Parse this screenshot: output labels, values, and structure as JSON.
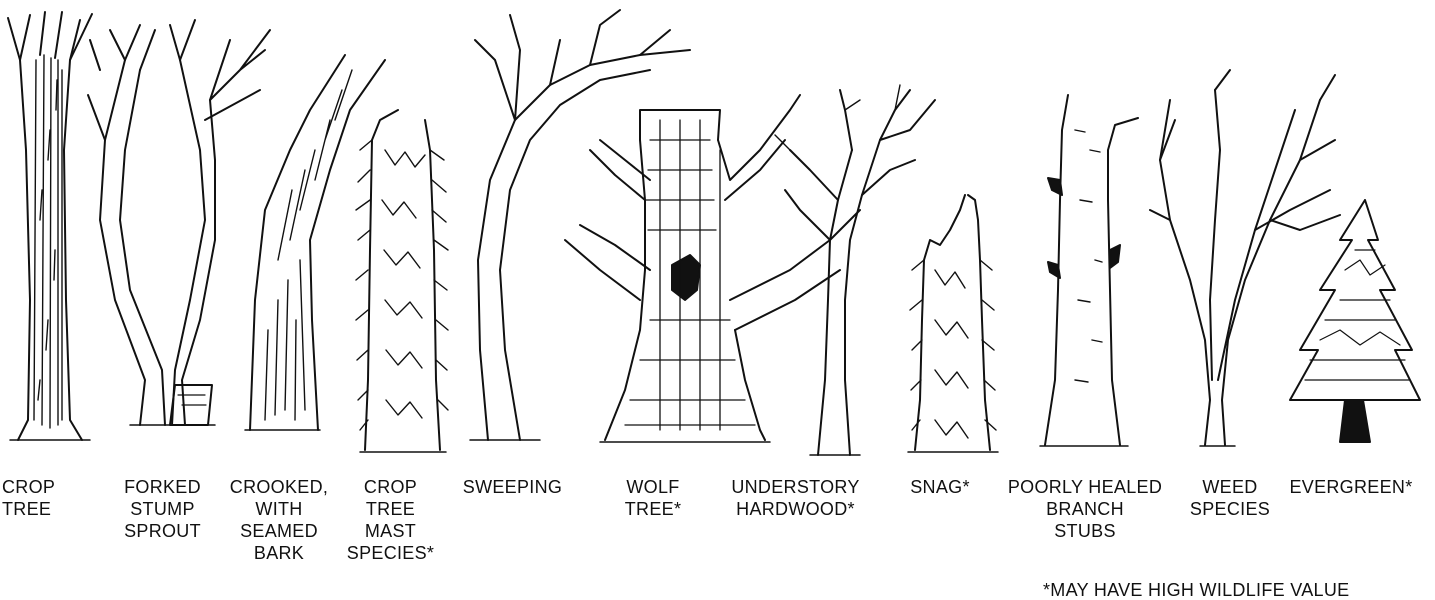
{
  "figure": {
    "trees": [
      {
        "id": "crop-tree",
        "label": [
          "CROP",
          "TREE"
        ]
      },
      {
        "id": "forked-stump-sprout",
        "label": [
          "FORKED",
          "STUMP",
          "SPROUT"
        ]
      },
      {
        "id": "crooked-seamed-bark",
        "label": [
          "CROOKED,",
          "WITH",
          "SEAMED",
          "BARK"
        ]
      },
      {
        "id": "crop-tree-mast-species",
        "label": [
          "CROP",
          "TREE",
          "MAST",
          "SPECIES*"
        ]
      },
      {
        "id": "sweeping",
        "label": [
          "SWEEPING"
        ]
      },
      {
        "id": "wolf-tree",
        "label": [
          "WOLF",
          "TREE*"
        ]
      },
      {
        "id": "understory-hardwood",
        "label": [
          "UNDERSTORY",
          "HARDWOOD*"
        ]
      },
      {
        "id": "snag",
        "label": [
          "SNAG*"
        ]
      },
      {
        "id": "poorly-healed-branch-stubs",
        "label": [
          "POORLY HEALED",
          "BRANCH",
          "STUBS"
        ]
      },
      {
        "id": "weed-species",
        "label": [
          "WEED",
          "SPECIES"
        ]
      },
      {
        "id": "evergreen",
        "label": [
          "EVERGREEN*"
        ]
      }
    ],
    "footnote": "*MAY HAVE HIGH WILDLIFE VALUE"
  }
}
